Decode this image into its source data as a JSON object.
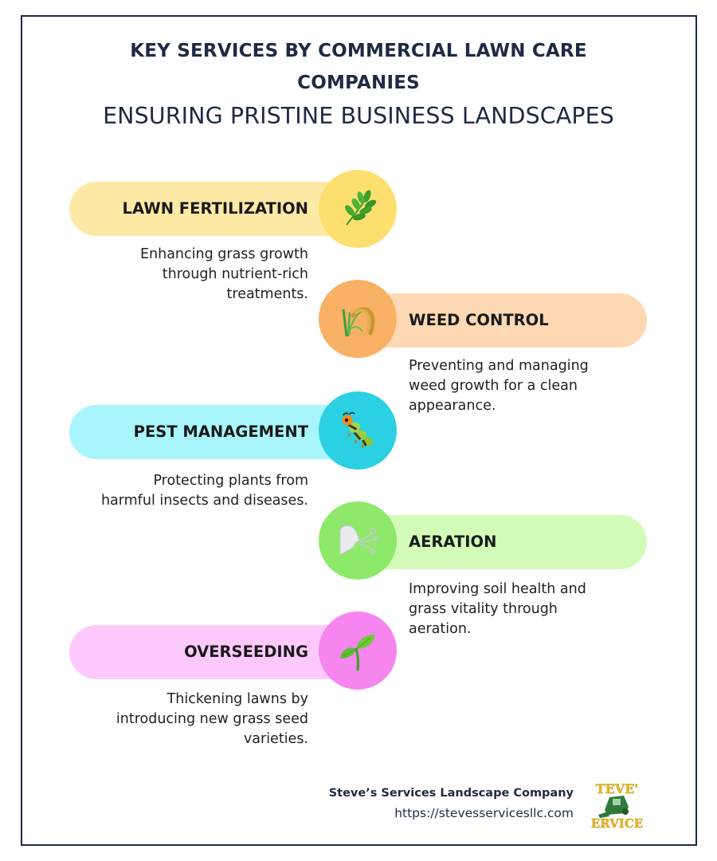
{
  "header": {
    "title_line1": "KEY SERVICES BY COMMERCIAL LAWN CARE",
    "title_line2": "COMPANIES",
    "subtitle": "ENSURING PRISTINE BUSINESS LANDSCAPES"
  },
  "services": [
    {
      "label": "LAWN FERTILIZATION",
      "description_lines": [
        "Enhancing grass growth",
        "through nutrient-rich",
        "treatments."
      ],
      "icon": "herb-branch-icon",
      "pill_color": "#fde9a6",
      "circle_color": "#fddf6f",
      "side": "left"
    },
    {
      "label": "WEED CONTROL",
      "description_lines": [
        "Preventing and managing",
        "weed growth for a clean",
        "appearance."
      ],
      "icon": "rice-sheaf-icon",
      "pill_color": "#fdd8b2",
      "circle_color": "#f8b064",
      "side": "right"
    },
    {
      "label": "PEST MANAGEMENT",
      "description_lines": [
        "Protecting plants from",
        "harmful insects and diseases."
      ],
      "icon": "caterpillar-bug-icon",
      "pill_color": "#a8f6fb",
      "circle_color": "#2bd0e3",
      "side": "left"
    },
    {
      "label": "AERATION",
      "description_lines": [
        "Improving soil health and",
        "grass vitality through",
        "aeration."
      ],
      "icon": "wind-face-icon",
      "pill_color": "#d2fcb8",
      "circle_color": "#8ee86a",
      "side": "right"
    },
    {
      "label": "OVERSEEDING",
      "description_lines": [
        "Thickening lawns by",
        "introducing new grass seed",
        "varieties."
      ],
      "icon": "seedling-icon",
      "pill_color": "#fdc9fd",
      "circle_color": "#f685ef",
      "side": "left"
    }
  ],
  "footer": {
    "company": "Steve’s Services Landscape Company",
    "url": "https://stevesservicesllc.com",
    "logo_text_top": "TEVE'",
    "logo_text_bottom": "ERVICE"
  },
  "colors": {
    "border": "#1e2847",
    "heading": "#1f2a44",
    "logo_yellow": "#e8b820",
    "logo_green": "#2e7a3a"
  }
}
